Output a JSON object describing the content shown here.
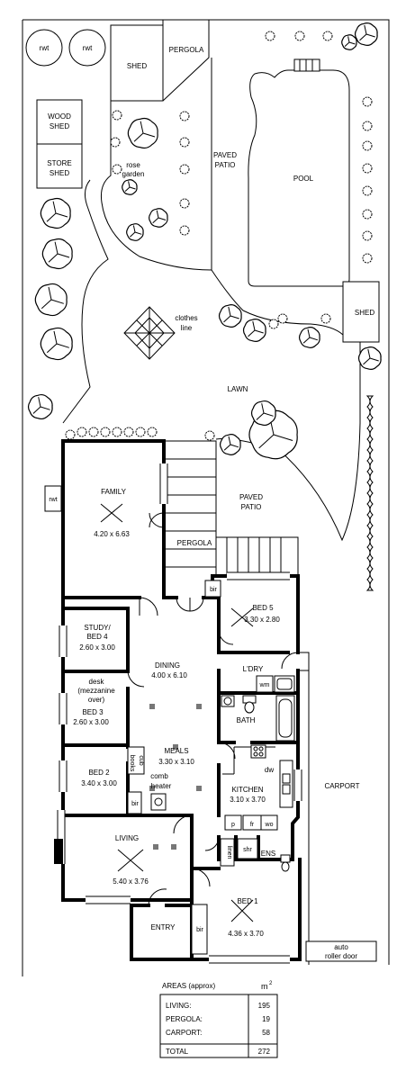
{
  "garden": {
    "rwt1": "rwt",
    "rwt2": "rwt",
    "rwt3": "rwt",
    "shed_top": "SHED",
    "pergola_top": "PERGOLA",
    "wood_shed_1": "WOOD",
    "wood_shed_2": "SHED",
    "store_shed_1": "STORE",
    "store_shed_2": "SHED",
    "rose_garden_1": "rose",
    "rose_garden_2": "garden",
    "paved_patio_top_1": "PAVED",
    "paved_patio_top_2": "PATIO",
    "pool": "POOL",
    "shed_right": "SHED",
    "clothes_line_1": "clothes",
    "clothes_line_2": "line",
    "lawn": "LAWN",
    "paved_patio_lower_1": "PAVED",
    "paved_patio_lower_2": "PATIO",
    "pergola_lower": "PERGOLA",
    "carport": "CARPORT",
    "auto_door_1": "auto",
    "auto_door_2": "roller door"
  },
  "rooms": {
    "family": {
      "name": "FAMILY",
      "dims": "4.20 x 6.63"
    },
    "study": {
      "name1": "STUDY/",
      "name2": "BED 4",
      "dims": "2.60 x 3.00"
    },
    "desk": {
      "l1": "desk",
      "l2": "(mezzanine",
      "l3": "over)"
    },
    "bed3": {
      "name": "BED 3",
      "dims": "2.60 x 3.00"
    },
    "bed2": {
      "name": "BED 2",
      "dims": "3.40 x 3.00"
    },
    "living": {
      "name": "LIVING",
      "dims": "5.40 x 3.76"
    },
    "entry": {
      "name": "ENTRY"
    },
    "dining": {
      "name": "DINING",
      "dims": "4.00 x 6.10"
    },
    "meals": {
      "name": "MEALS",
      "dims": "3.30 x 3.10"
    },
    "comb_heater": {
      "l1": "comb",
      "l2": "heater"
    },
    "cub": {
      "l1": "cub",
      "l2": "books"
    },
    "bed5": {
      "name": "BED 5",
      "dims": "3.30 x 2.80"
    },
    "laundry": {
      "name": "L'DRY"
    },
    "wm": "wm",
    "bath": {
      "name": "BATH"
    },
    "kitchen": {
      "name": "KITCHEN",
      "dims": "3.10 x 3.70"
    },
    "dw": "dw",
    "p": "p",
    "fr": "fr",
    "wo": "wo",
    "linen": "linen",
    "shr": "shr",
    "ens": "ENS",
    "bed1": {
      "name": "BED 1",
      "dims": "4.36 x 3.70"
    },
    "bir_bed5": "bir",
    "bir_bed2": "bir",
    "bir_bed1": "bir"
  },
  "areas": {
    "title": "AREAS (approx)",
    "unit": "m",
    "unit_sup": "2",
    "rows": [
      {
        "label": "LIVING:",
        "value": "195"
      },
      {
        "label": "PERGOLA:",
        "value": "19"
      },
      {
        "label": "CARPORT:",
        "value": "58"
      }
    ],
    "total_label": "TOTAL",
    "total_value": "272"
  }
}
